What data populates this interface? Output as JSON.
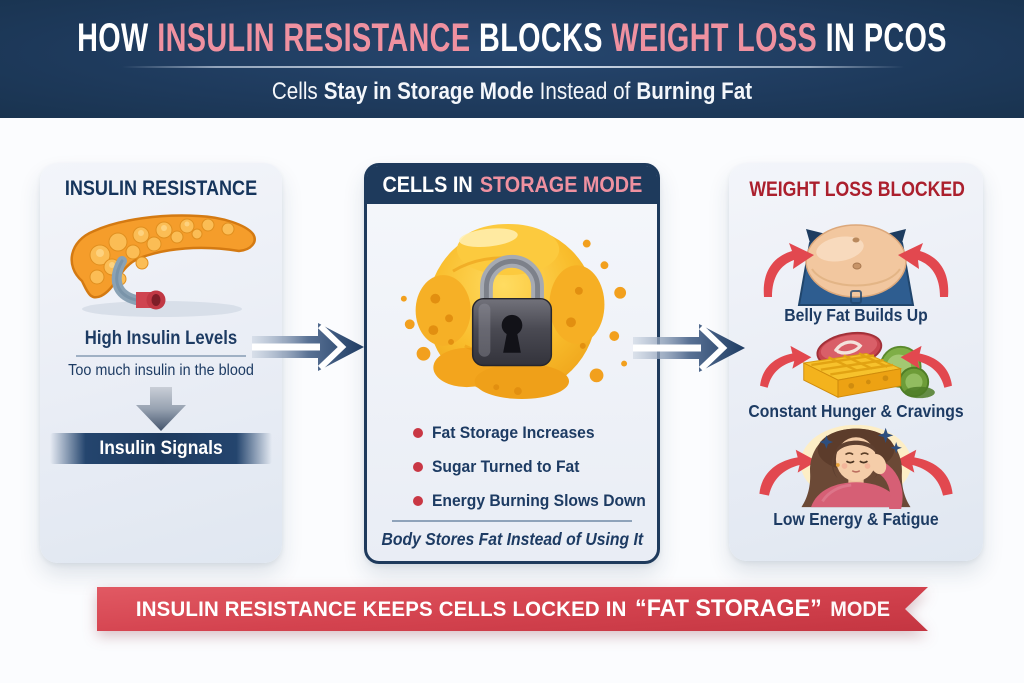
{
  "header": {
    "title": {
      "seg1": "HOW",
      "seg2": "INSULIN RESISTANCE",
      "seg3": "BLOCKS",
      "seg4": "WEIGHT LOSS",
      "seg5": "IN",
      "seg6": "PCOS"
    },
    "subtitle": {
      "seg1": "Cells",
      "seg2": "Stay in Storage Mode",
      "seg3": "Instead of",
      "seg4": "Burning Fat"
    }
  },
  "panels": {
    "insulin_resistance": {
      "title": "INSULIN RESISTANCE",
      "illustration": "pancreas-illustration",
      "heading": "High Insulin Levels",
      "description": "Too much insulin in the blood",
      "arrow_icon": "down-arrow-icon",
      "banner": "Insulin Signals"
    },
    "storage_mode": {
      "title": {
        "seg1": "CELLS IN",
        "seg2": "STORAGE MODE"
      },
      "illustration": "fat-cell-padlock-illustration",
      "bullets": [
        "Fat Storage Increases",
        "Sugar Turned to Fat",
        "Energy Burning Slows Down"
      ],
      "caption": "Body Stores Fat Instead of Using It"
    },
    "weight_loss_blocked": {
      "title": "WEIGHT LOSS BLOCKED",
      "items": [
        {
          "label": "Belly Fat Builds Up",
          "illustration": "belly-illustration"
        },
        {
          "label": "Constant Hunger & Cravings",
          "illustration": "food-illustration"
        },
        {
          "label": "Low Energy & Fatigue",
          "illustration": "tired-woman-illustration"
        }
      ]
    }
  },
  "flow": {
    "arrow_icon": "flow-arrow-icon"
  },
  "footer_ribbon": {
    "seg1": "INSULIN RESISTANCE KEEPS CELLS LOCKED IN",
    "seg2": "“FAT STORAGE”",
    "seg3": "MODE"
  },
  "colors": {
    "header_bg": "#1e3a5c",
    "accent_pink": "#ef91a0",
    "navy_text": "#1d3b63",
    "red_title": "#ab1f2d",
    "bullet_red": "#c93744",
    "ribbon_red": "#d4434f",
    "panel_bg": "#e9edf5",
    "fat_cell_gold": "#f6b01e",
    "arrow_red": "#e2484f"
  }
}
